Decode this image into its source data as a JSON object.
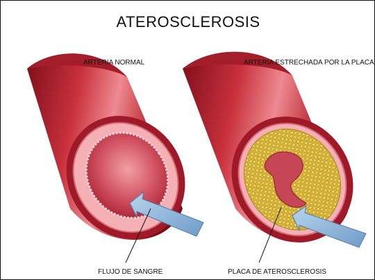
{
  "title": "ATEROSCLEROSIS",
  "labels": {
    "normal_artery": "ARTERIA NORMAL",
    "narrowed_artery": "ARTERIA ESTRECHADA POR LA PLACA",
    "blood_flow": "FLUJO DE SANGRE",
    "plaque": "PLACA DE ATEROSCLEROSIS"
  },
  "colors": {
    "artery_dark": "#8e1420",
    "artery_mid": "#c8303c",
    "artery_light": "#ee8088",
    "lumen": "#d86068",
    "wall_inner": "#f6b8b8",
    "plaque": "#d8b832",
    "arrow": "#8cb8e0"
  }
}
